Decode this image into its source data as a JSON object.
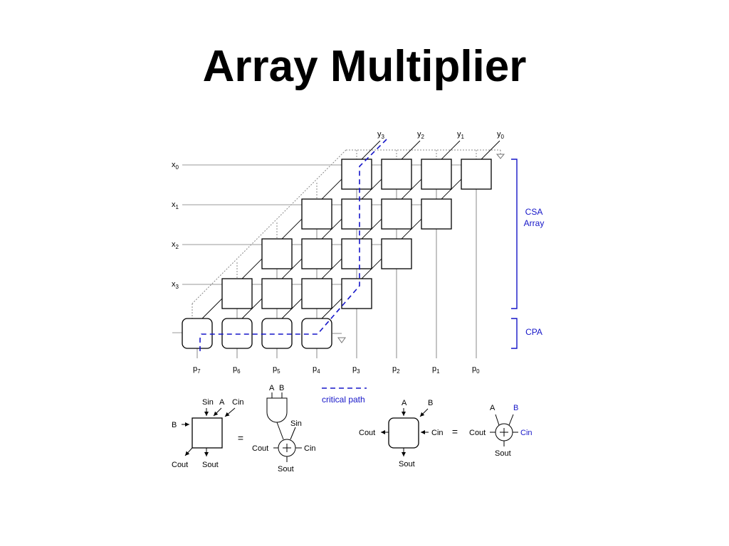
{
  "title": "Array Multiplier",
  "inputs_y": [
    "y",
    "y",
    "y",
    "y"
  ],
  "inputs_y_sub": [
    "3",
    "2",
    "1",
    "0"
  ],
  "inputs_x": [
    "x",
    "x",
    "x",
    "x"
  ],
  "inputs_x_sub": [
    "0",
    "1",
    "2",
    "3"
  ],
  "outputs_p": [
    "p",
    "p",
    "p",
    "p",
    "p",
    "p",
    "p",
    "p"
  ],
  "outputs_p_sub": [
    "7",
    "6",
    "5",
    "4",
    "3",
    "2",
    "1",
    "0"
  ],
  "brackets": {
    "csa_line1": "CSA",
    "csa_line2": "Array",
    "cpa": "CPA"
  },
  "legend": {
    "critical_path": "critical path"
  },
  "csa_cell": {
    "sin": "Sin",
    "a": "A",
    "cin": "Cin",
    "b": "B",
    "cout": "Cout",
    "sout": "Sout"
  },
  "csa_equiv": {
    "a": "A",
    "b": "B",
    "sin": "Sin",
    "cout": "Cout",
    "cin": "Cin",
    "sout": "Sout"
  },
  "cpa_cell": {
    "a": "A",
    "b": "B",
    "cout": "Cout",
    "cin": "Cin",
    "sout": "Sout"
  },
  "cpa_equiv": {
    "a": "A",
    "b": "B",
    "cout": "Cout",
    "cin": "Cin",
    "sout": "Sout"
  },
  "equals": [
    "=",
    "="
  ],
  "colors": {
    "accent_blue": "#1515c8",
    "line": "#000000",
    "dotted": "#777777"
  }
}
